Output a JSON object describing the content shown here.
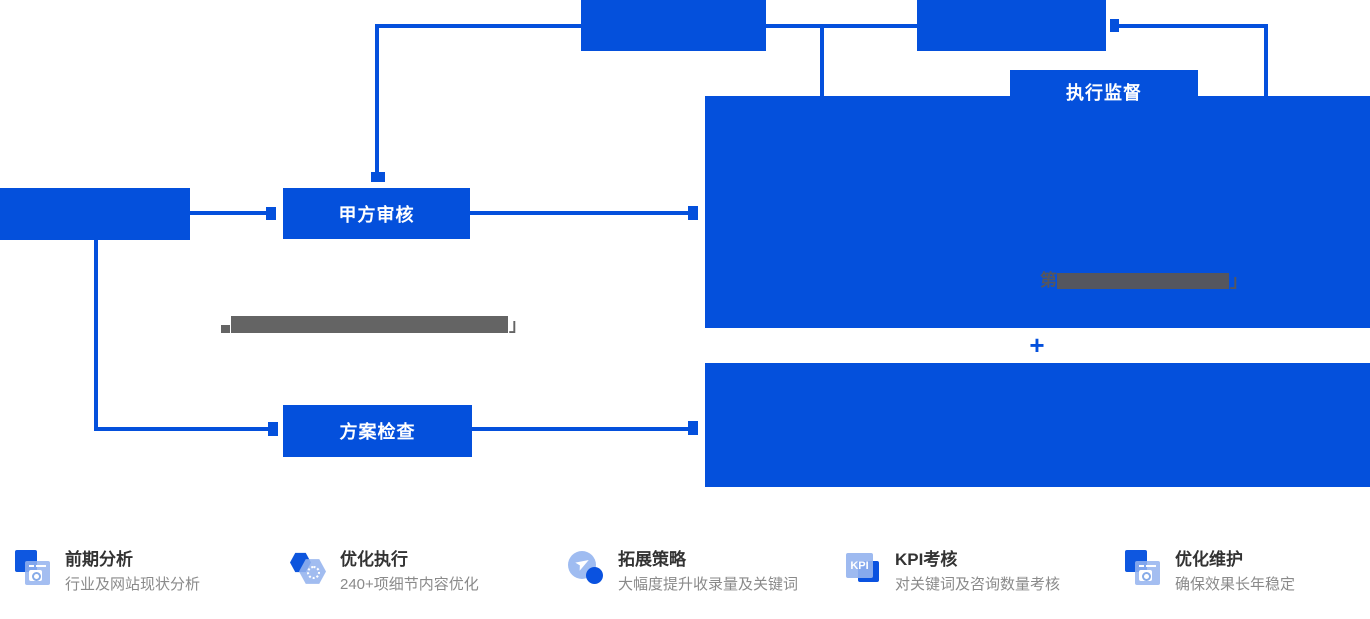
{
  "colors": {
    "primary_blue": "#0450DC",
    "icon_blue": "#0E57E0",
    "icon_light_blue": "#94B3EE",
    "redaction_gray": "#646464",
    "redaction_gray_on_blue": "#55565E",
    "title_text": "#333333",
    "subtitle_text": "#8A8A8A"
  },
  "flowchart": {
    "top_left_box_label": "",
    "top_right_box_label": "",
    "execution_supervision_label": "执行监督",
    "left_box_label": "",
    "party_a_review_label": "甲方审核",
    "plan_inspection_label": "方案检查",
    "plus_sign": "+",
    "mid_redacted_note": {
      "suffix": "」"
    },
    "box1_redacted_note": {
      "prefix": "第",
      "suffix": "」"
    }
  },
  "features": [
    {
      "title": "前期分析",
      "subtitle": "行业及网站现状分析",
      "icon": "analysis-doc-search-icon"
    },
    {
      "title": "优化执行",
      "subtitle": "240+项细节内容优化",
      "icon": "optimization-hex-gear-icon"
    },
    {
      "title": "拓展策略",
      "subtitle": "大幅度提升收录量及关键词",
      "icon": "expansion-circles-icon"
    },
    {
      "title": "KPI考核",
      "subtitle": "对关键词及咨询数量考核",
      "icon": "kpi-badge-icon",
      "badge": "KPI"
    },
    {
      "title": "优化维护",
      "subtitle": "确保效果长年稳定",
      "icon": "maintenance-doc-search-icon"
    }
  ]
}
